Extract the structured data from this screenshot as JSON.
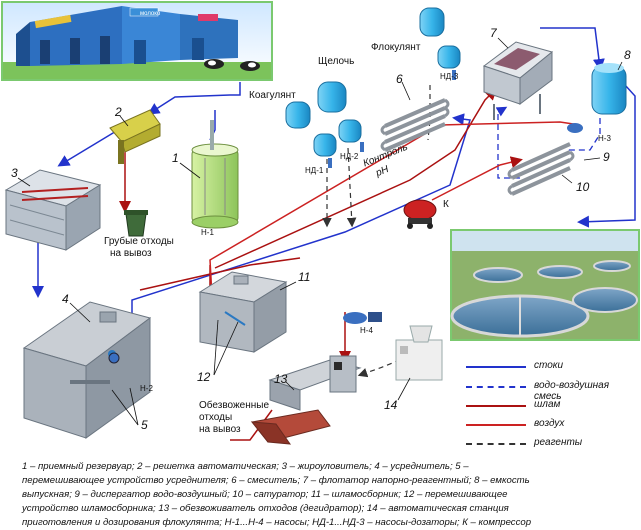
{
  "reagents": {
    "flocculant": "Флокулянт",
    "alkali": "Щелочь",
    "coagulant": "Коагулянт"
  },
  "pumps": [
    "Н-1",
    "Н-2",
    "Н-3",
    "Н-4"
  ],
  "dosing_pumps": [
    "НД-1",
    "НД-2",
    "НД-3"
  ],
  "compressor_label": "К",
  "control_label_1": "Контроль",
  "control_label_2": "pH",
  "coarse_waste": [
    "Грубые отходы",
    "на вывоз"
  ],
  "dewatered_waste": [
    "Обезвоженные",
    "отходы",
    "на вывоз"
  ],
  "farm_signs": [
    "молоко"
  ],
  "numbers": [
    "1",
    "2",
    "3",
    "4",
    "5",
    "6",
    "7",
    "8",
    "9",
    "10",
    "11",
    "12",
    "13",
    "14"
  ],
  "legend": [
    {
      "label": "стоки",
      "color": "#2233cc",
      "style": "solid"
    },
    {
      "label": "водо-воздушная смесь",
      "color": "#2233cc",
      "style": "dashed"
    },
    {
      "label": "шлам",
      "color": "#aa1111",
      "style": "solid"
    },
    {
      "label": "воздух",
      "color": "#cc2222",
      "style": "solid"
    },
    {
      "label": "реагенты",
      "color": "#333333",
      "style": "dashed"
    }
  ],
  "caption": [
    "1 – приемный резервуар; 2 – решетка автоматическая; 3 – жироуловитель; 4 – усреднитель; 5 –",
    "перемешивающее устройство усреднителя; 6 – смеситель; 7 – флотатор напорно-реагентный; 8 – емкость",
    "выпускная; 9 – диспергатор водо-воздушный; 10 – сатуратор; 11 – шламосборник; 12 – перемешивающее",
    "устройство шламосборника; 13 – обезвоживатель отходов (дегидратор); 14 – автоматическая станция",
    "приготовления и дозирования флокулянта; Н-1...Н-4 – насосы; НД-1...НД-3 – насосы-дозаторы; К – компрессор"
  ]
}
